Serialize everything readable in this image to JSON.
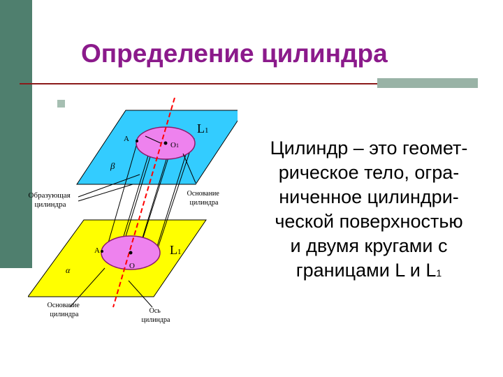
{
  "title": "Определение цилиндра",
  "definition": {
    "lines": [
      "Цилиндр – это геомет-",
      "рическое тело, огра-",
      "ниченное цилиндри-",
      "ческой поверхностью",
      "и двумя кругами с"
    ],
    "last_line_prefix": "границами L и L",
    "last_line_subscript": "1"
  },
  "diagram": {
    "label_L1_upper": "L",
    "label_L1_upper_sub": "1",
    "label_A_upper": "A",
    "label_O1": "O",
    "label_O1_sub": "1",
    "label_beta": "β",
    "label_L1_lower": "L",
    "label_L1_lower_sub": "1",
    "label_A_lower": "A",
    "label_O": "O",
    "label_alpha": "α",
    "callout_generator": [
      "Образующая",
      "цилиндра"
    ],
    "callout_base_upper": [
      "Основание",
      "цилиндра"
    ],
    "callout_base_lower": [
      "Основание",
      "цилиндра"
    ],
    "callout_axis": [
      "Ось",
      "цилиндра"
    ],
    "colors": {
      "upper_plane": "#33ccff",
      "lower_plane": "#ffff00",
      "base_fill": "#ee82ee",
      "axis": "#ff0000"
    }
  }
}
